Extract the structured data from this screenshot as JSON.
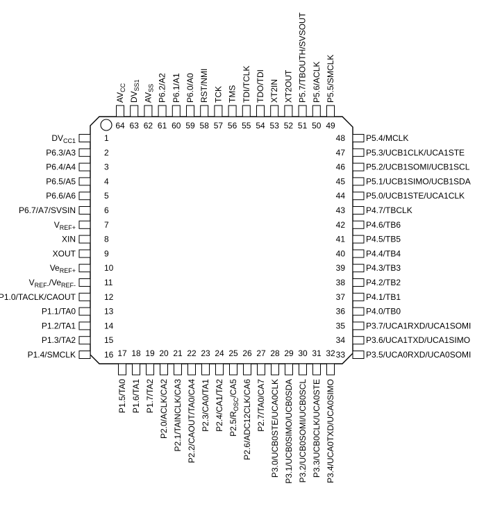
{
  "pins": {
    "left": [
      {
        "num": "1",
        "label": "DV",
        "sub": "CC1"
      },
      {
        "num": "2",
        "label": "P6.3/A3"
      },
      {
        "num": "3",
        "label": "P6.4/A4"
      },
      {
        "num": "4",
        "label": "P6.5/A5"
      },
      {
        "num": "5",
        "label": "P6.6/A6"
      },
      {
        "num": "6",
        "label": "P6.7/A7/SVSIN"
      },
      {
        "num": "7",
        "label": "V",
        "sub": "REF+"
      },
      {
        "num": "8",
        "label": "XIN"
      },
      {
        "num": "9",
        "label": "XOUT"
      },
      {
        "num": "10",
        "label": "Ve",
        "sub": "REF+"
      },
      {
        "num": "11",
        "label": "V",
        "sub": "REF-",
        "label2": "/Ve",
        "sub2": "REF-"
      },
      {
        "num": "12",
        "label": "P1.0/TACLK/CAOUT"
      },
      {
        "num": "13",
        "label": "P1.1/TA0"
      },
      {
        "num": "14",
        "label": "P1.2/TA1"
      },
      {
        "num": "15",
        "label": "P1.3/TA2"
      },
      {
        "num": "16",
        "label": "P1.4/SMCLK"
      }
    ],
    "bottom": [
      {
        "num": "17",
        "label": "P1.5/TA0"
      },
      {
        "num": "18",
        "label": "P1.6/TA1"
      },
      {
        "num": "19",
        "label": "P1.7/TA2"
      },
      {
        "num": "20",
        "label": "P2.0/ACLK/CA2"
      },
      {
        "num": "21",
        "label": "P2.1/TAINCLK/CA3"
      },
      {
        "num": "22",
        "label": "P2.2/CAOUT/TA0/CA4"
      },
      {
        "num": "23",
        "label": "P2.3/CA0/TA1"
      },
      {
        "num": "24",
        "label": "P2.4/CA1/TA2"
      },
      {
        "num": "25",
        "label": "P2.5/R",
        "sub": "OSC",
        "label2": "/CA5"
      },
      {
        "num": "26",
        "label": "P2.6/ADC12CLK/CA6"
      },
      {
        "num": "27",
        "label": "P2.7/TA0/CA7"
      },
      {
        "num": "28",
        "label": "P3.0/UCB0STE/UCA0CLK"
      },
      {
        "num": "29",
        "label": "P3.1/UCB0SIMO/UCB0SDA"
      },
      {
        "num": "30",
        "label": "P3.2/UCB0SOMI/UCB0SCL"
      },
      {
        "num": "31",
        "label": "P3.3/UCB0CLK/UCA0STE"
      },
      {
        "num": "32",
        "label": "P3.4/UCA0TXD/UCA0SIMO"
      }
    ],
    "right": [
      {
        "num": "33",
        "label": "P3.5/UCA0RXD/UCA0SOMI"
      },
      {
        "num": "34",
        "label": "P3.6/UCA1TXD/UCA1SIMO"
      },
      {
        "num": "35",
        "label": "P3.7/UCA1RXD/UCA1SOMI"
      },
      {
        "num": "36",
        "label": "P4.0/TB0"
      },
      {
        "num": "37",
        "label": "P4.1/TB1"
      },
      {
        "num": "38",
        "label": "P4.2/TB2"
      },
      {
        "num": "39",
        "label": "P4.3/TB3"
      },
      {
        "num": "40",
        "label": "P4.4/TB4"
      },
      {
        "num": "41",
        "label": "P4.5/TB5"
      },
      {
        "num": "42",
        "label": "P4.6/TB6"
      },
      {
        "num": "43",
        "label": "P4.7/TBCLK"
      },
      {
        "num": "44",
        "label": "P5.0/UCB1STE/UCA1CLK"
      },
      {
        "num": "45",
        "label": "P5.1/UCB1SIMO/UCB1SDA"
      },
      {
        "num": "46",
        "label": "P5.2/UCB1SOMI/UCB1SCL"
      },
      {
        "num": "47",
        "label": "P5.3/UCB1CLK/UCA1STE"
      },
      {
        "num": "48",
        "label": "P5.4/MCLK"
      }
    ],
    "top": [
      {
        "num": "49",
        "label": "P5.5/SMCLK"
      },
      {
        "num": "50",
        "label": "P5.6/ACLK"
      },
      {
        "num": "51",
        "label": "P5.7/TBOUTH/SVSOUT"
      },
      {
        "num": "52",
        "label": "XT2OUT"
      },
      {
        "num": "53",
        "label": "XT2IN"
      },
      {
        "num": "54",
        "label": "TDO/TDI"
      },
      {
        "num": "55",
        "label": "TDI/TCLK"
      },
      {
        "num": "56",
        "label": "TMS"
      },
      {
        "num": "57",
        "label": "TCK"
      },
      {
        "num": "58",
        "label": "RST/NMI"
      },
      {
        "num": "59",
        "label": "P6.0/A0"
      },
      {
        "num": "60",
        "label": "P6.1/A1"
      },
      {
        "num": "61",
        "label": "P6.2/A2"
      },
      {
        "num": "62",
        "label": "AV",
        "sub": "SS"
      },
      {
        "num": "63",
        "label": "DV",
        "sub": "SS1"
      },
      {
        "num": "64",
        "label": "AV",
        "sub": "CC"
      }
    ]
  }
}
